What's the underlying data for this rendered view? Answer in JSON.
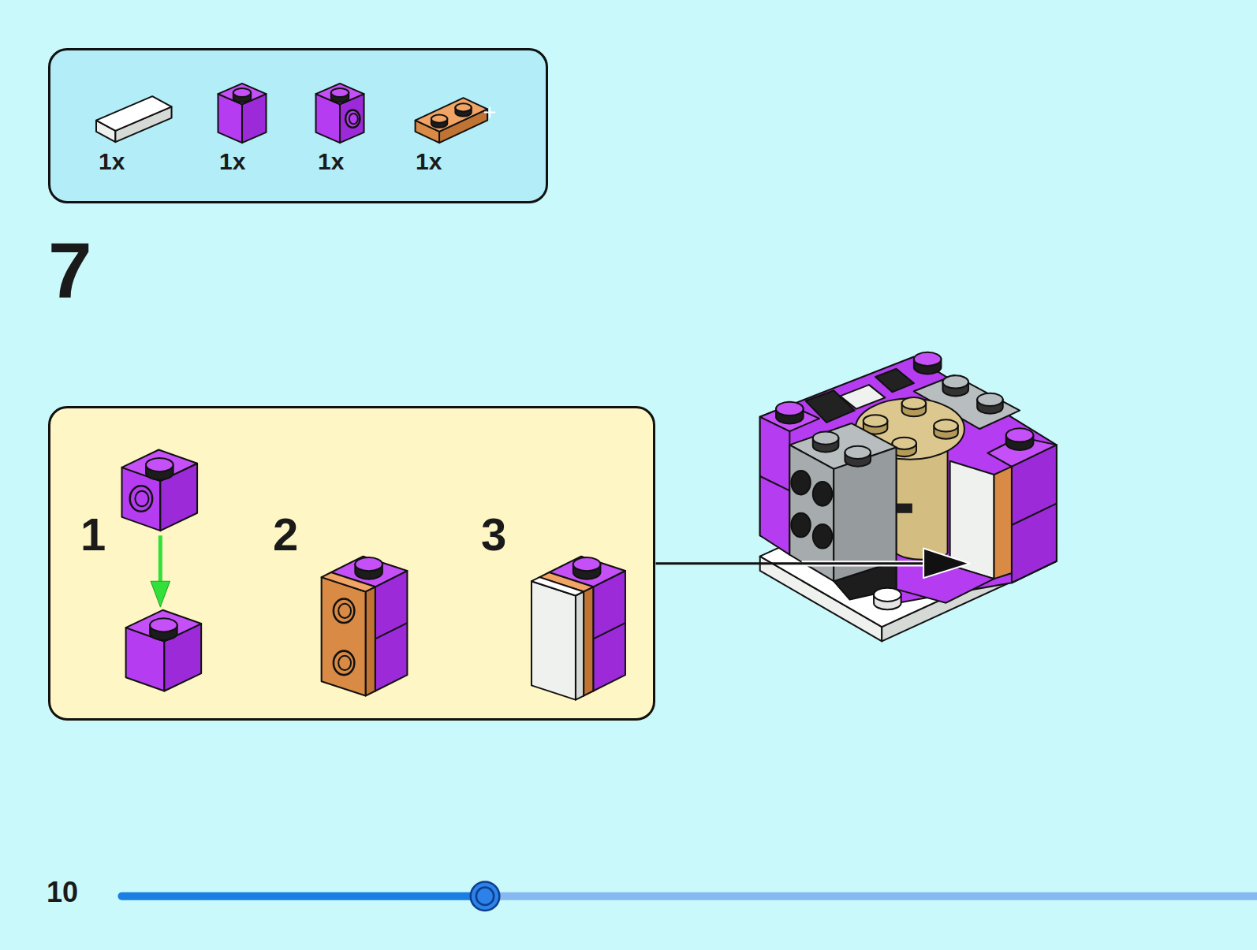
{
  "diagram": {
    "nodes": [
      {
        "text": [
          "1x",
          "1x",
          "1x",
          "1x"
        ]
      },
      {
        "text": [
          "1",
          "2",
          "3"
        ]
      }
    ],
    "labels": [
      "7",
      "10"
    ]
  }
}
